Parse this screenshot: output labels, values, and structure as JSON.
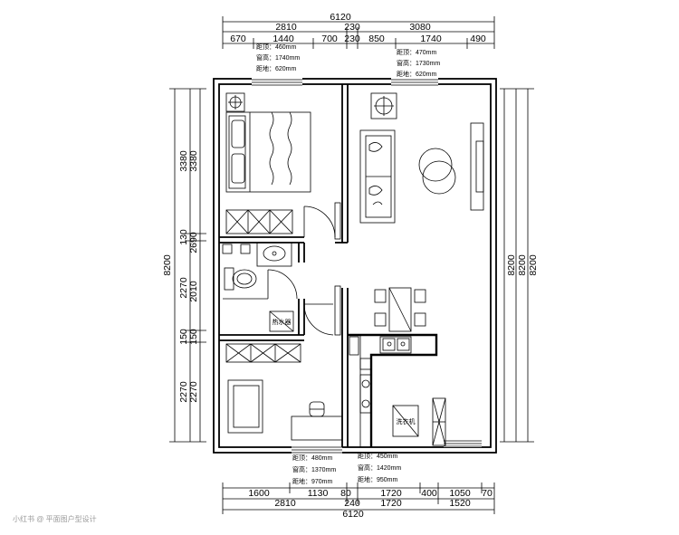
{
  "dimensions": {
    "top_total": "6120",
    "top_row1": [
      "2810",
      "230",
      "3080"
    ],
    "top_row2": [
      "670",
      "1440",
      "700",
      "230",
      "850",
      "1740",
      "490"
    ],
    "bottom_row1": [
      "1600",
      "1130",
      "80",
      "400",
      "1050",
      "70"
    ],
    "bottom_row2": [
      "2810",
      "240",
      "1720",
      "1520"
    ],
    "bottom_total": "6120",
    "left_outer": "8200",
    "left_col1": [
      "3380",
      "130",
      "2270",
      "150",
      "2270"
    ],
    "left_col2": [
      "3380",
      "2690",
      "2010",
      "150",
      "2270"
    ],
    "right": [
      "8200",
      "8200",
      "8200"
    ],
    "mid_extra": "1720"
  },
  "window_notes": [
    {
      "lines": [
        "距顶：460mm",
        "窗高：1740mm",
        "距地：620mm"
      ]
    },
    {
      "lines": [
        "距顶：470mm",
        "窗高：1730mm",
        "距地：620mm"
      ]
    },
    {
      "lines": [
        "距顶：480mm",
        "窗高：1370mm",
        "距地：970mm"
      ]
    },
    {
      "lines": [
        "距顶：450mm",
        "窗高：1420mm",
        "距地：950mm"
      ]
    }
  ],
  "labels": {
    "water_heater": "热水器",
    "washer": "洗衣机"
  },
  "watermark": "小红书 @ 平面图户型设计"
}
